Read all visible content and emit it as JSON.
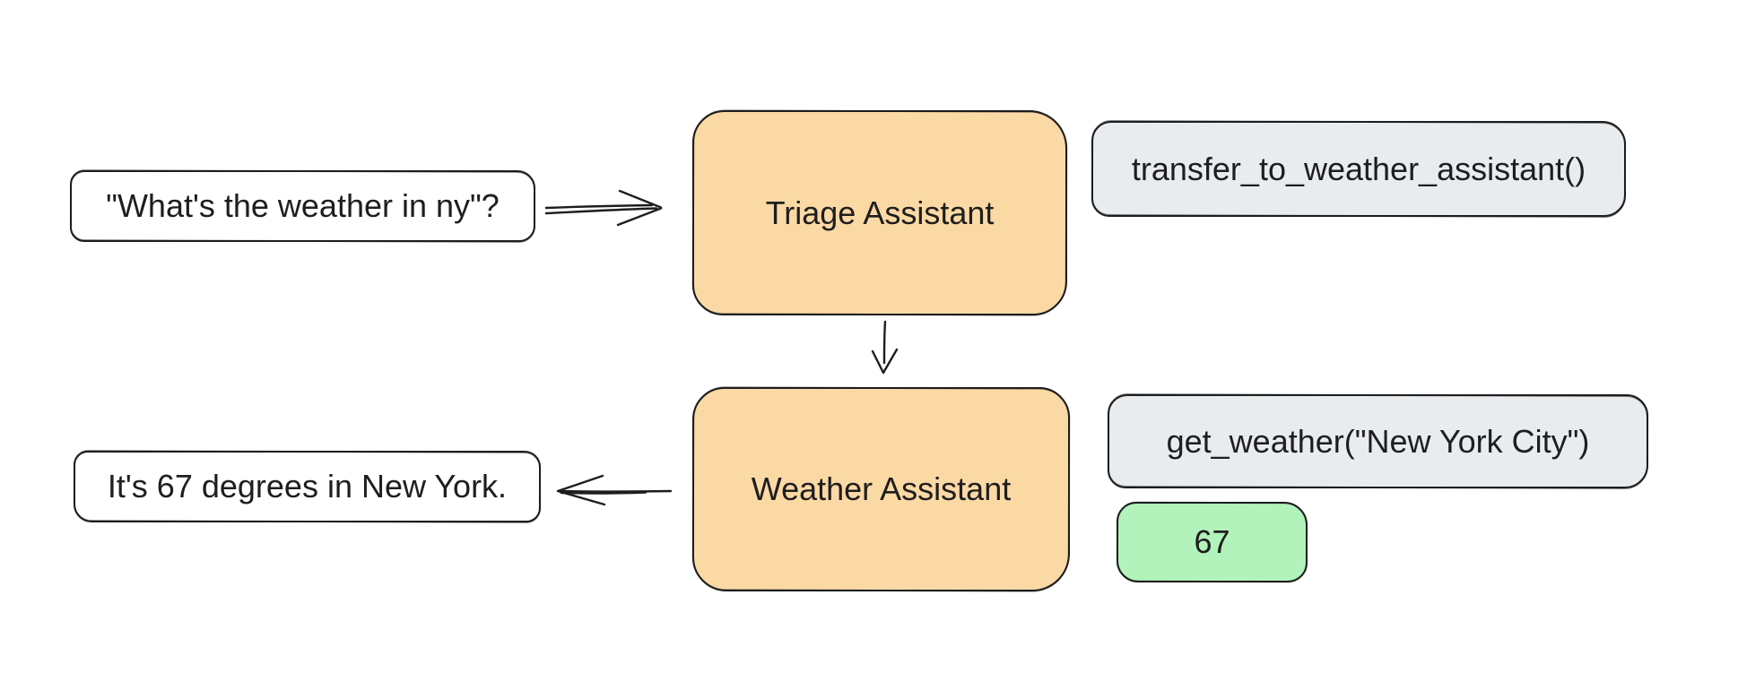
{
  "colors": {
    "background": "#ffffff",
    "stroke": "#1e1e1e",
    "agent_fill": "#fbd9a5",
    "tool_fill": "#e9ecef",
    "result_fill": "#b2f2bb",
    "message_fill": "#ffffff"
  },
  "nodes": {
    "user_query": {
      "label": "\"What's the weather in ny\"?"
    },
    "triage_agent": {
      "label": "Triage Assistant"
    },
    "transfer_tool": {
      "label": "transfer_to_weather_assistant()"
    },
    "weather_agent": {
      "label": "Weather Assistant"
    },
    "weather_tool": {
      "label": "get_weather(\"New York City\")"
    },
    "tool_result": {
      "label": "67"
    },
    "final_response": {
      "label": "It's 67 degrees in New York."
    }
  },
  "edges": [
    {
      "from": "user_query",
      "to": "triage_agent",
      "direction": "right"
    },
    {
      "from": "triage_agent",
      "to": "weather_agent",
      "direction": "down"
    },
    {
      "from": "weather_agent",
      "to": "final_response",
      "direction": "left"
    }
  ]
}
